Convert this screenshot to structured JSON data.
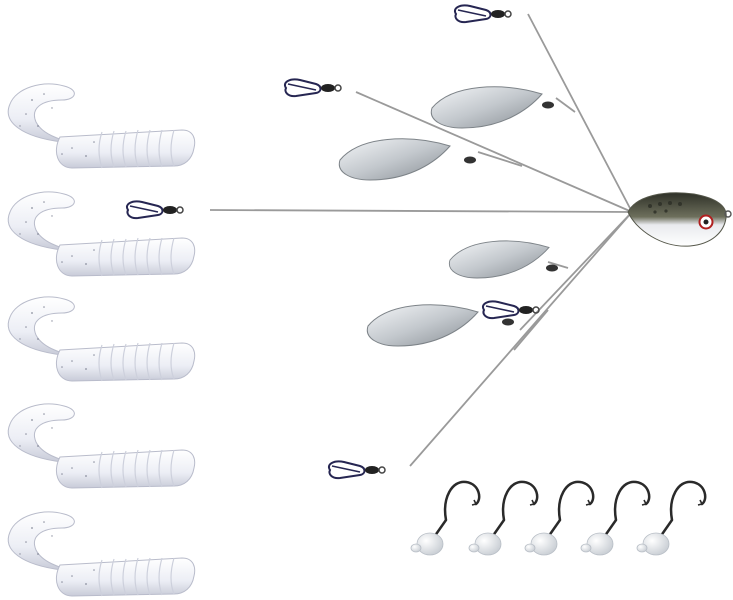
{
  "scene": {
    "subject": "umbrella-rig-fishing-lure-kit",
    "background_color": "#ffffff",
    "colors": {
      "grub_body": "#eef0f6",
      "grub_shadow": "#c9ccd8",
      "wire": "#9a9a9a",
      "blade": "#c8ccd0",
      "blade_shadow": "#8e9499",
      "jig_hook": "#2a2a2a",
      "jig_head": "#f2f4f6",
      "snap": "#2a2a6a",
      "head_dark": "#3e4036",
      "eye_red": "#d8302a"
    },
    "counts": {
      "curly_tail_grubs": 5,
      "jig_heads": 5,
      "willow_blades": 4,
      "rig_arms": 5
    }
  }
}
